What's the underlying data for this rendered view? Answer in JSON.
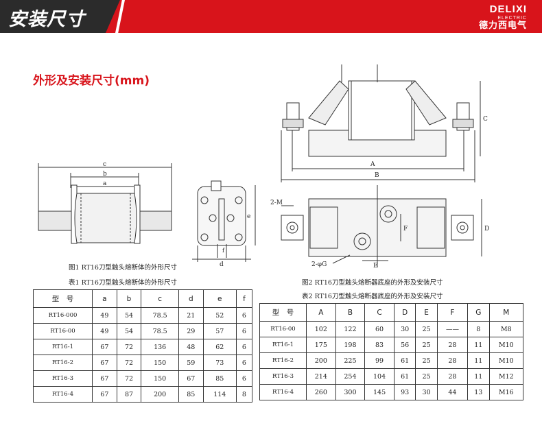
{
  "header": {
    "title": "安装尺寸",
    "brand_en": "DELIXI",
    "brand_sub": "ELECTRIC",
    "brand_cn": "德力西电气"
  },
  "section_title": "外形及安装尺寸(mm)",
  "figure1": {
    "caption": "图1 RT16刀型触头熔断体的外形尺寸",
    "labels": {
      "c": "c",
      "b": "b",
      "a": "a",
      "d": "d",
      "e": "e",
      "f": "f"
    }
  },
  "figure2": {
    "caption": "图2 RT16刀型触头熔断器底座的外形及安装尺寸",
    "labels": {
      "A": "A",
      "B": "B",
      "C": "C",
      "D": "D",
      "E": "E",
      "F": "F",
      "M": "2-M",
      "G": "2-φG"
    }
  },
  "table1": {
    "caption": "表1 RT16刀型触头熔断体的外形尺寸",
    "headers": [
      "型　号",
      "a",
      "b",
      "c",
      "d",
      "e",
      "f"
    ],
    "rows": [
      [
        "RT16-000",
        "49",
        "54",
        "78.5",
        "21",
        "52",
        "6"
      ],
      [
        "RT16-00",
        "49",
        "54",
        "78.5",
        "29",
        "57",
        "6"
      ],
      [
        "RT16-1",
        "67",
        "72",
        "136",
        "48",
        "62",
        "6"
      ],
      [
        "RT16-2",
        "67",
        "72",
        "150",
        "59",
        "73",
        "6"
      ],
      [
        "RT16-3",
        "67",
        "72",
        "150",
        "67",
        "85",
        "6"
      ],
      [
        "RT16-4",
        "67",
        "87",
        "200",
        "85",
        "114",
        "8"
      ]
    ]
  },
  "table2": {
    "caption": "表2 RT16刀型触头熔断器底座的外形及安装尺寸",
    "headers": [
      "型　号",
      "A",
      "B",
      "C",
      "D",
      "E",
      "F",
      "G",
      "M"
    ],
    "rows": [
      [
        "RT16-00",
        "102",
        "122",
        "60",
        "30",
        "25",
        "——",
        "8",
        "M8"
      ],
      [
        "RT16-1",
        "175",
        "198",
        "83",
        "56",
        "25",
        "28",
        "11",
        "M10"
      ],
      [
        "RT16-2",
        "200",
        "225",
        "99",
        "61",
        "25",
        "28",
        "11",
        "M10"
      ],
      [
        "RT16-3",
        "214",
        "254",
        "104",
        "61",
        "25",
        "28",
        "11",
        "M12"
      ],
      [
        "RT16-4",
        "260",
        "300",
        "145",
        "93",
        "30",
        "44",
        "13",
        "M16"
      ]
    ]
  }
}
